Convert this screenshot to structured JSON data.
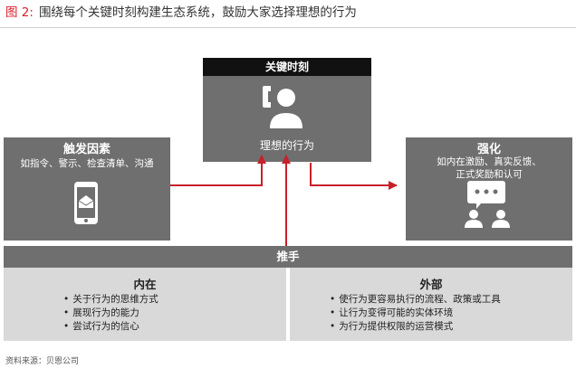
{
  "figure": {
    "number": "图 2:",
    "title": "围绕每个关键时刻构建生态系统，鼓励大家选择理想的行为"
  },
  "center": {
    "header": "关键时刻",
    "label": "理想的行为"
  },
  "left": {
    "header": "触发因素",
    "subtitle": "如指令、警示、检查清单、沟通"
  },
  "right": {
    "header": "强化",
    "subtitle_lines": [
      "如内在激励、真实反馈、",
      "正式奖励和认可"
    ]
  },
  "push": {
    "label": "推手"
  },
  "internal": {
    "header": "内在",
    "items": [
      "关于行为的思维方式",
      "展现行为的能力",
      "尝试行为的信心"
    ]
  },
  "external": {
    "header": "外部",
    "items": [
      "使行为更容易执行的流程、政策或工具",
      "让行为变得可能的实体环境",
      "为行为提供权限的运营模式"
    ]
  },
  "source": "资料来源：贝恩公司",
  "colors": {
    "box_gray": "#6f6f6f",
    "header_black": "#111111",
    "arrow_red": "#c8202a",
    "panel_light": "#d9d9d9",
    "title_number_red": "#d8202a"
  },
  "icons": [
    "phone-person-icon",
    "smartphone-message-icon",
    "chat-bubble-people-icon"
  ]
}
